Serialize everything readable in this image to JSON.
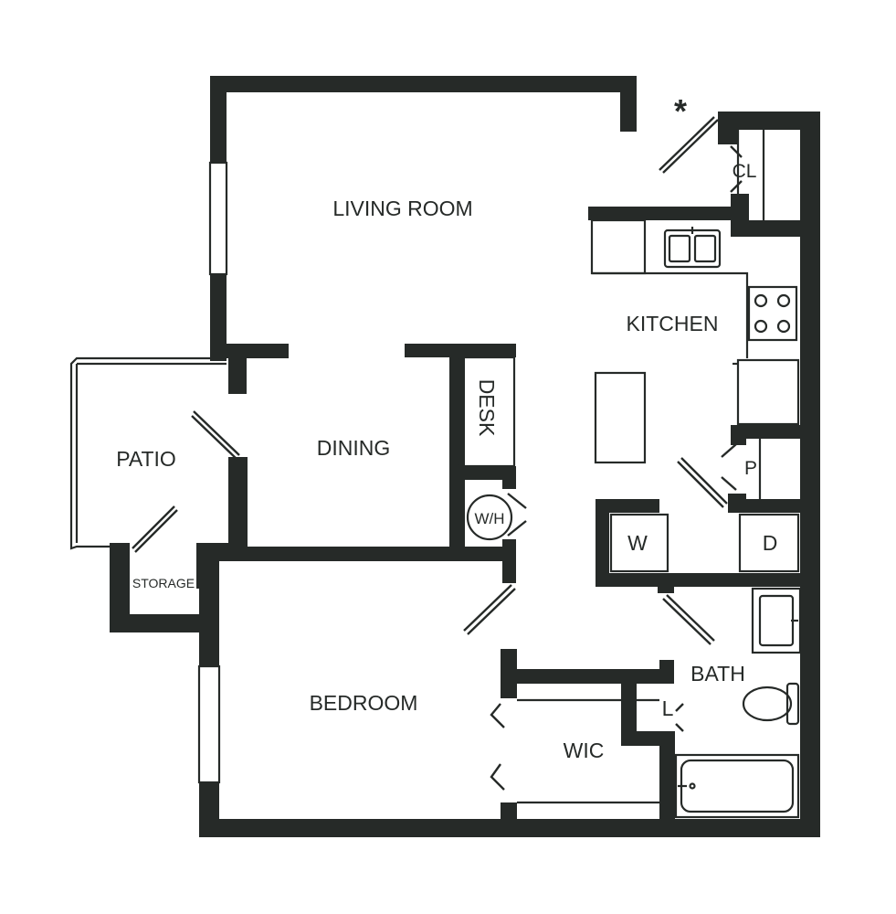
{
  "floor_plan": {
    "entry_marker": "*",
    "rooms": {
      "living_room": "LIVING ROOM",
      "kitchen": "KITCHEN",
      "dining": "DINING",
      "patio": "PATIO",
      "storage": "STORAGE",
      "desk": "DESK",
      "water_heater": "W/H",
      "closet": "CL",
      "pantry": "P",
      "washer": "W",
      "dryer": "D",
      "bath": "BATH",
      "linen": "L",
      "bedroom": "BEDROOM",
      "walk_in_closet": "WIC"
    },
    "icons": [
      "sink-icon",
      "stove-icon",
      "refrigerator-icon",
      "kitchen-island-icon",
      "bathroom-sink-icon",
      "toilet-icon",
      "bathtub-icon"
    ],
    "colors": {
      "wall": "#262a28",
      "background": "#ffffff"
    }
  }
}
